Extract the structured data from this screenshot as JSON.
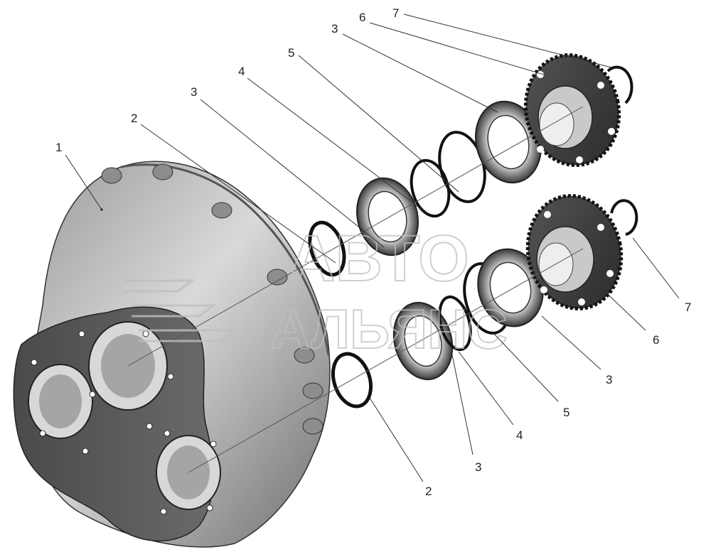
{
  "labels": [
    {
      "id": "l1",
      "text": "1"
    },
    {
      "id": "l2a",
      "text": "2"
    },
    {
      "id": "l3a",
      "text": "3"
    },
    {
      "id": "l4a",
      "text": "4"
    },
    {
      "id": "l5a",
      "text": "5"
    },
    {
      "id": "l3b",
      "text": "3"
    },
    {
      "id": "l6a",
      "text": "6"
    },
    {
      "id": "l7a",
      "text": "7"
    },
    {
      "id": "l7b",
      "text": "7"
    },
    {
      "id": "l6b",
      "text": "6"
    },
    {
      "id": "l3c",
      "text": "3"
    },
    {
      "id": "l5b",
      "text": "5"
    },
    {
      "id": "l4b",
      "text": "4"
    },
    {
      "id": "l3d",
      "text": "3"
    },
    {
      "id": "l2b",
      "text": "2"
    }
  ],
  "watermark": {
    "line1": "АВТО",
    "line2": "АЛЬЯНС"
  }
}
